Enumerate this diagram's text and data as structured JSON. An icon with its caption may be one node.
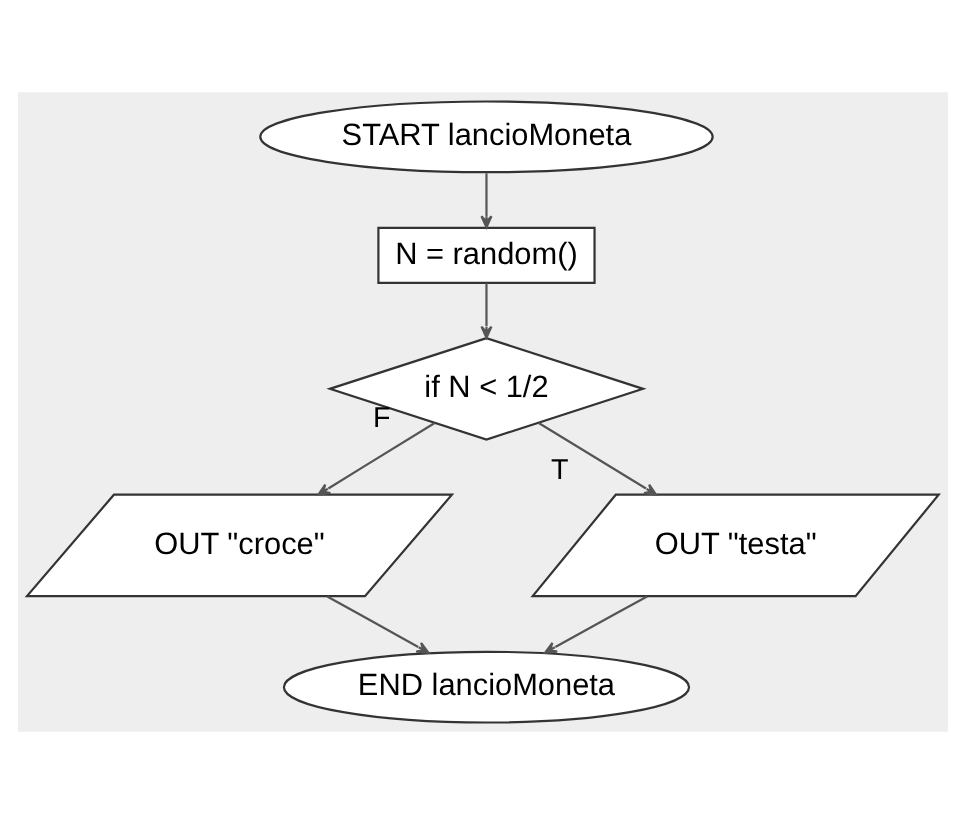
{
  "diagram": {
    "nodes": [
      {
        "text": [
          "START lancioMoneta"
        ]
      },
      {
        "text": [
          "N = random()"
        ]
      },
      {
        "text": [
          "if N < 1/2"
        ]
      },
      {
        "text": [
          "OUT \"croce\""
        ]
      },
      {
        "text": [
          "OUT \"testa\""
        ]
      },
      {
        "text": [
          "END lancioMoneta"
        ]
      }
    ],
    "edges": [
      {
        "from": 0,
        "to": 1,
        "arrow": "to"
      },
      {
        "from": 1,
        "to": 2,
        "arrow": "to"
      },
      {
        "from": 2,
        "to": 3,
        "arrow": "to",
        "label": "F"
      },
      {
        "from": 2,
        "to": 4,
        "arrow": "to",
        "label": "T"
      },
      {
        "from": 3,
        "to": 5,
        "arrow": "to"
      },
      {
        "from": 4,
        "to": 5,
        "arrow": "to"
      }
    ]
  }
}
